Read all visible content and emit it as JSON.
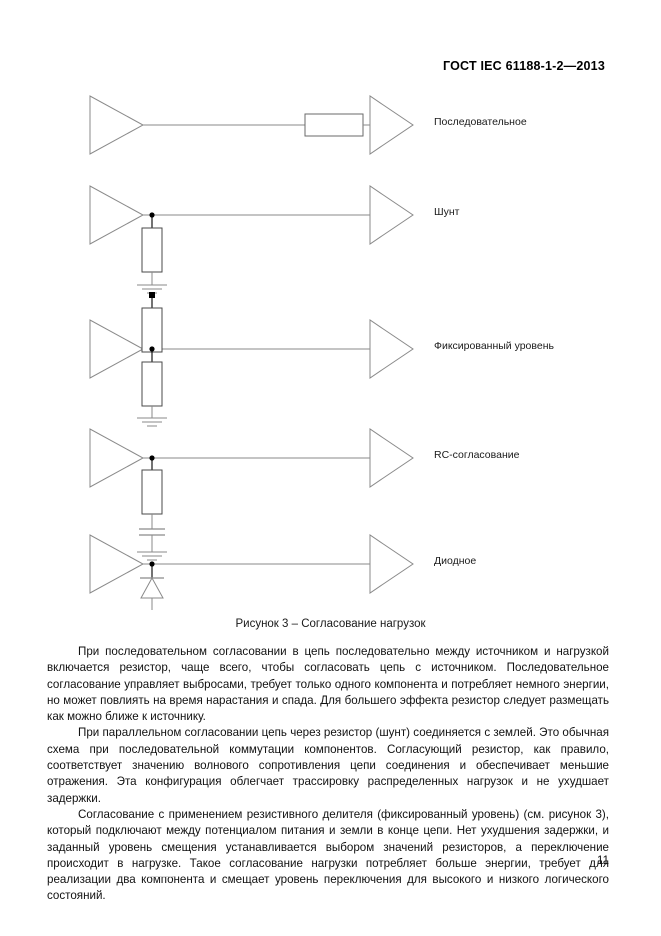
{
  "header": {
    "standard_title": "ГОСТ IEC 61188-1-2—2013"
  },
  "figure": {
    "caption": "Рисунок 3 – Согласование нагрузок",
    "rows": [
      {
        "id": "series",
        "label": "Последовательное",
        "type": "series-resistor"
      },
      {
        "id": "shunt",
        "label": "Шунт",
        "type": "shunt-resistor-to-ground"
      },
      {
        "id": "fixed-level",
        "label": "Фиксированный уровень",
        "type": "resistor-divider"
      },
      {
        "id": "rc",
        "label": "RC-согласование",
        "type": "rc-termination"
      },
      {
        "id": "diode",
        "label": "Диодное",
        "type": "diode-clamp"
      }
    ]
  },
  "body": {
    "paragraphs": [
      "При последовательном согласовании в цепь последовательно между источником и нагрузкой включается резистор, чаще всего, чтобы согласовать цепь с источником. Последовательное согласование управляет выбросами, требует только одного компонента и потребляет немного энергии, но может повлиять на время нарастания и спада. Для большего эффекта резистор следует размещать как можно ближе к источнику.",
      "При параллельном согласовании цепь через резистор (шунт) соединяется с землей. Это обычная схема при последовательной коммутации компонентов. Согласующий резистор, как правило, соответствует значению волнового сопротивления цепи соединения и обеспечивает меньшие отражения. Эта конфигурация облегчает трассировку распределенных нагрузок и не ухудшает задержки.",
      "Согласование с применением резистивного делителя (фиксированный уровень) (см. рисунок 3), который подключают между потенциалом питания и земли в конце цепи. Нет ухудшения задержки, и заданный уровень смещения устанавливается выбором значений резисторов, а переключение происходит в нагрузке. Такое согласование нагрузки потребляет больше энергии, требует для реализации два компонента и смещает уровень переключения для высокого и низкого логического состояний."
    ]
  },
  "footer": {
    "page_number": "11"
  },
  "colors": {
    "line": "#8a8a8a",
    "ink": "#111111",
    "node": "#000000"
  }
}
